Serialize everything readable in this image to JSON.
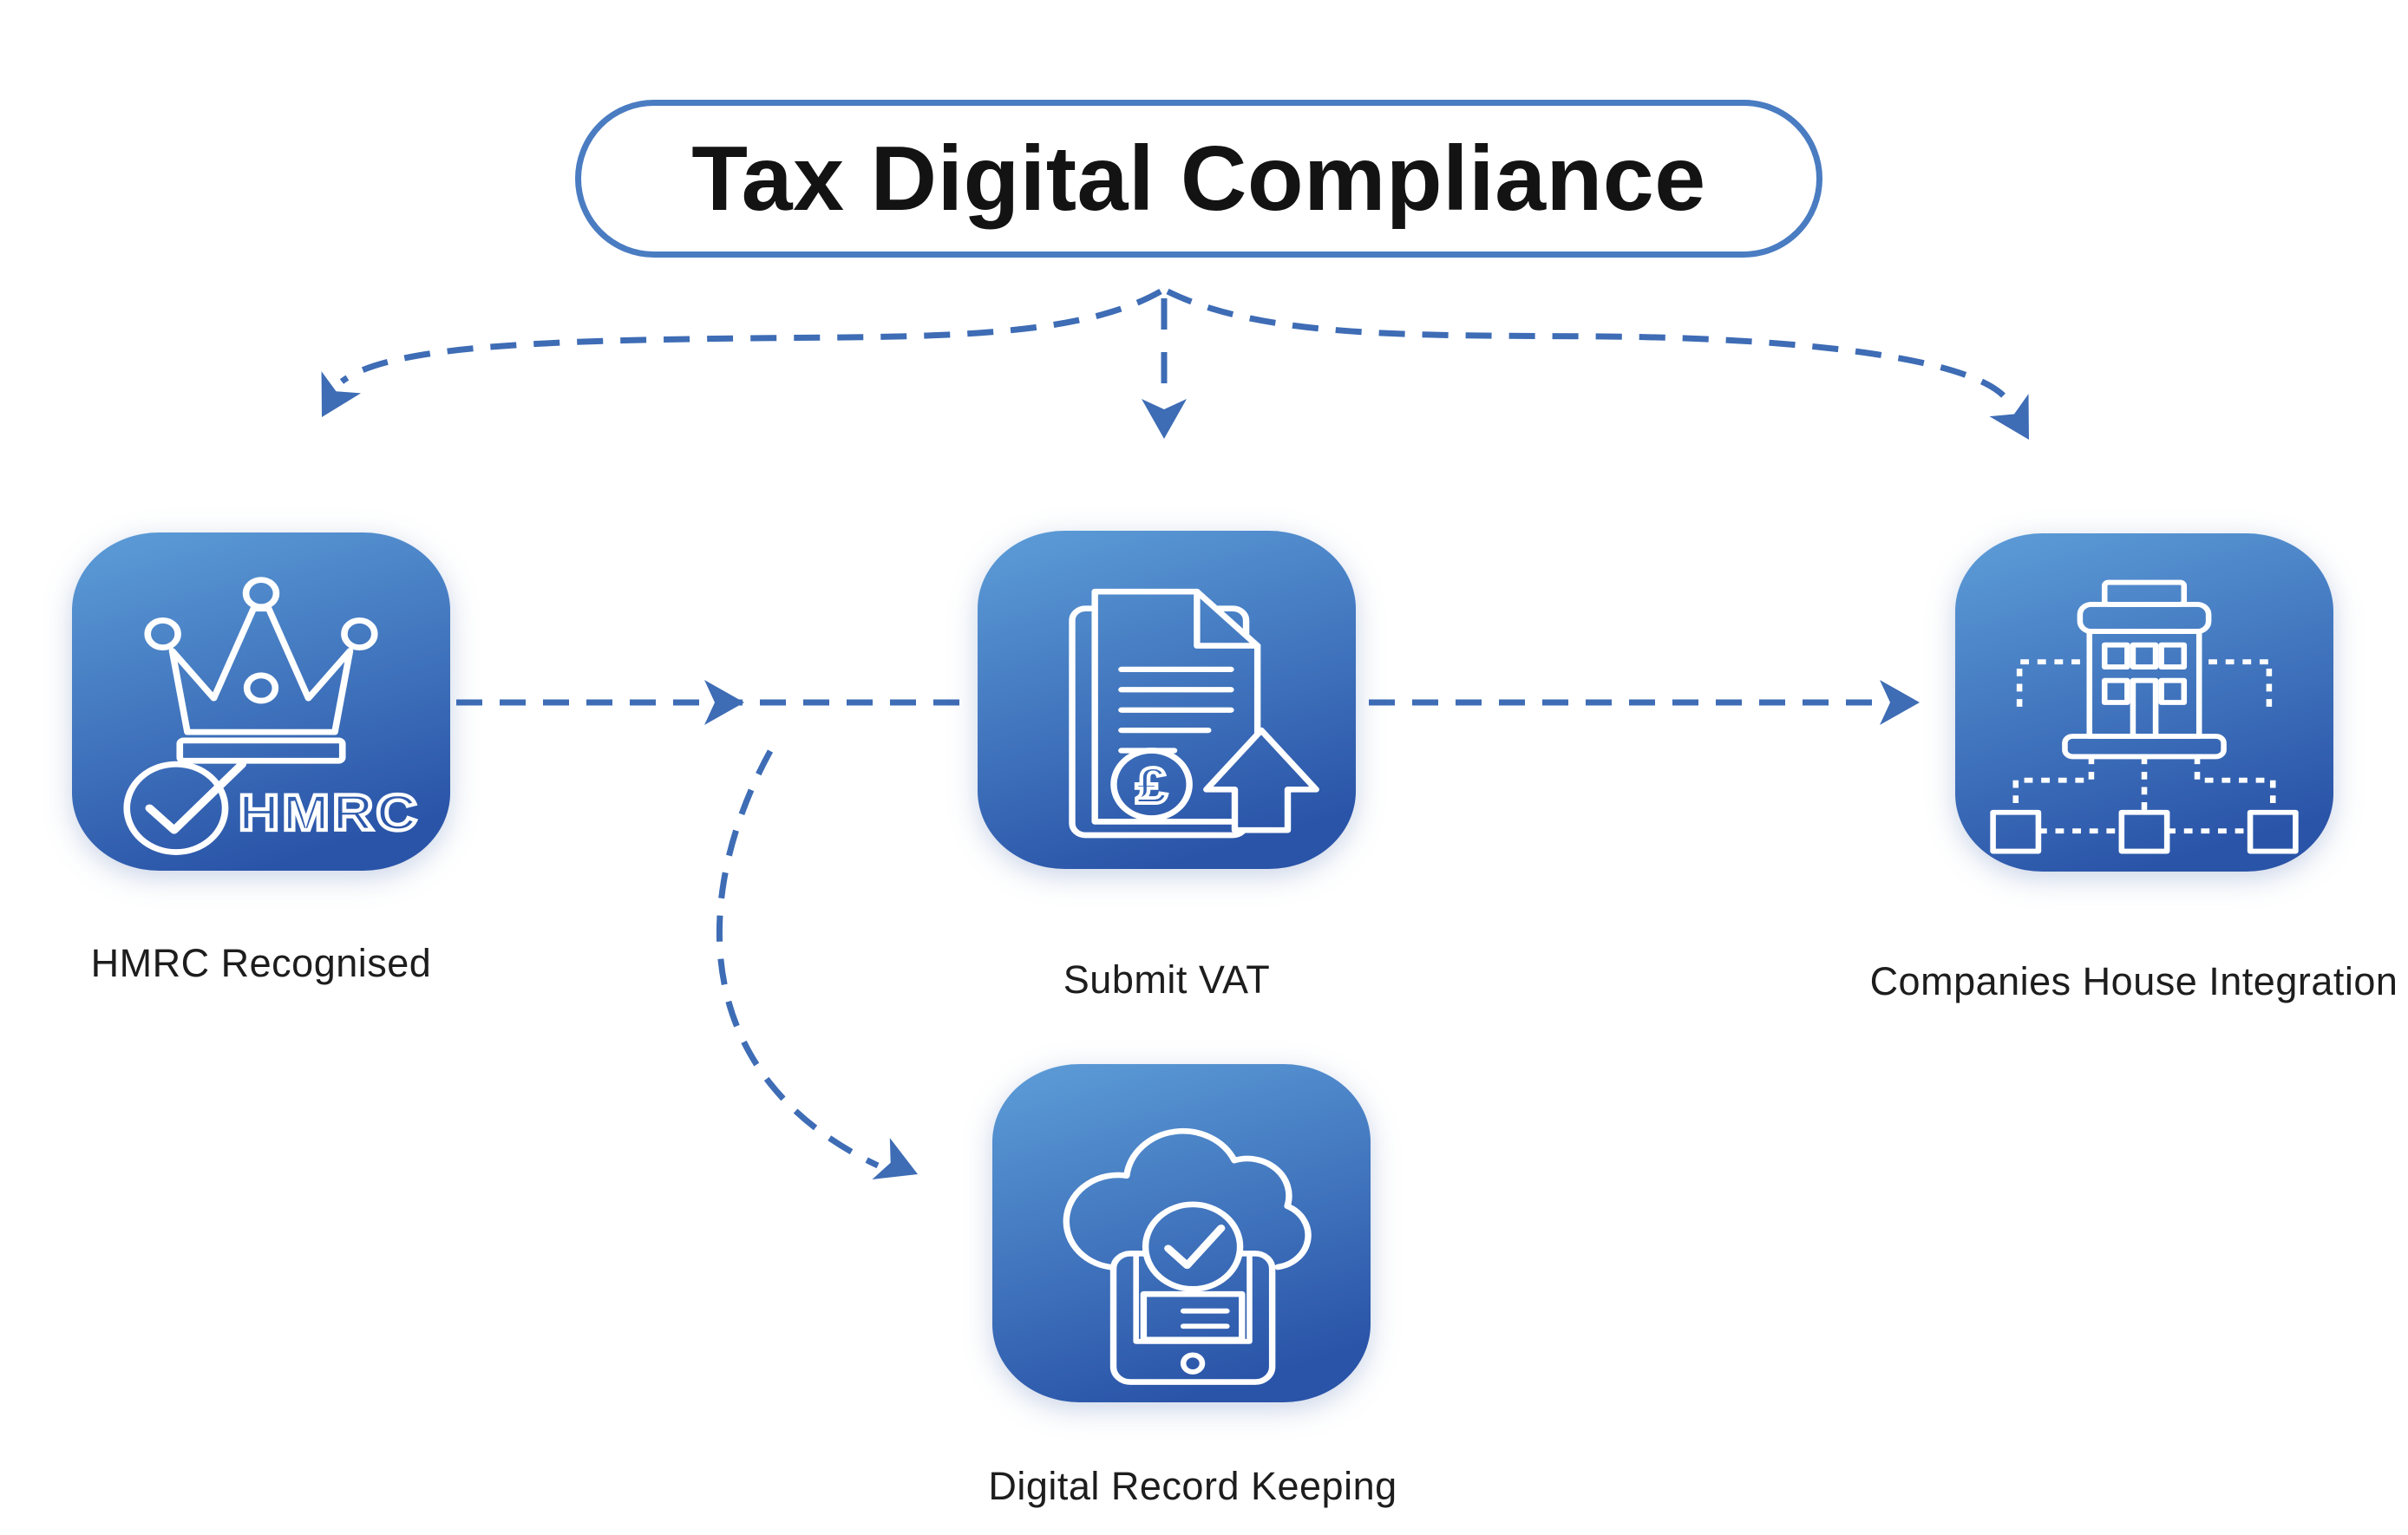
{
  "title": {
    "text": "Tax Digital Compliance"
  },
  "nodes": {
    "hmrc": {
      "label": "HMRC Recognised",
      "icon": "crown-check-hmrc-icon",
      "badge_text": "HMRC"
    },
    "submit_vat": {
      "label": "Submit VAT",
      "icon": "document-pound-upload-icon",
      "currency_symbol": "£"
    },
    "companies_house": {
      "label": "Companies House Integration",
      "icon": "building-org-chart-icon"
    },
    "record_keeping": {
      "label": "Digital Record Keeping",
      "icon": "cloud-check-tablet-icon"
    }
  },
  "connections": [
    {
      "from": "title",
      "to": "hmrc",
      "style": "dashed-curved-arrow"
    },
    {
      "from": "title",
      "to": "submit_vat",
      "style": "dashed-straight-arrow"
    },
    {
      "from": "title",
      "to": "companies_house",
      "style": "dashed-curved-arrow"
    },
    {
      "from": "hmrc",
      "to": "submit_vat",
      "style": "dashed-straight-arrow"
    },
    {
      "from": "submit_vat",
      "to": "companies_house",
      "style": "dashed-straight-arrow"
    },
    {
      "from": "hmrc",
      "to": "record_keeping",
      "style": "dashed-curved-arrow"
    }
  ],
  "colors": {
    "arrow_blue": "#3e6cb5",
    "pill_border_blue": "#4a7cc2",
    "tile_gradient_top": "#5b9ad6",
    "tile_gradient_bottom": "#2a54a8",
    "icon_stroke": "#ffffff",
    "label_text": "#1d1d1d",
    "background": "#ffffff"
  }
}
